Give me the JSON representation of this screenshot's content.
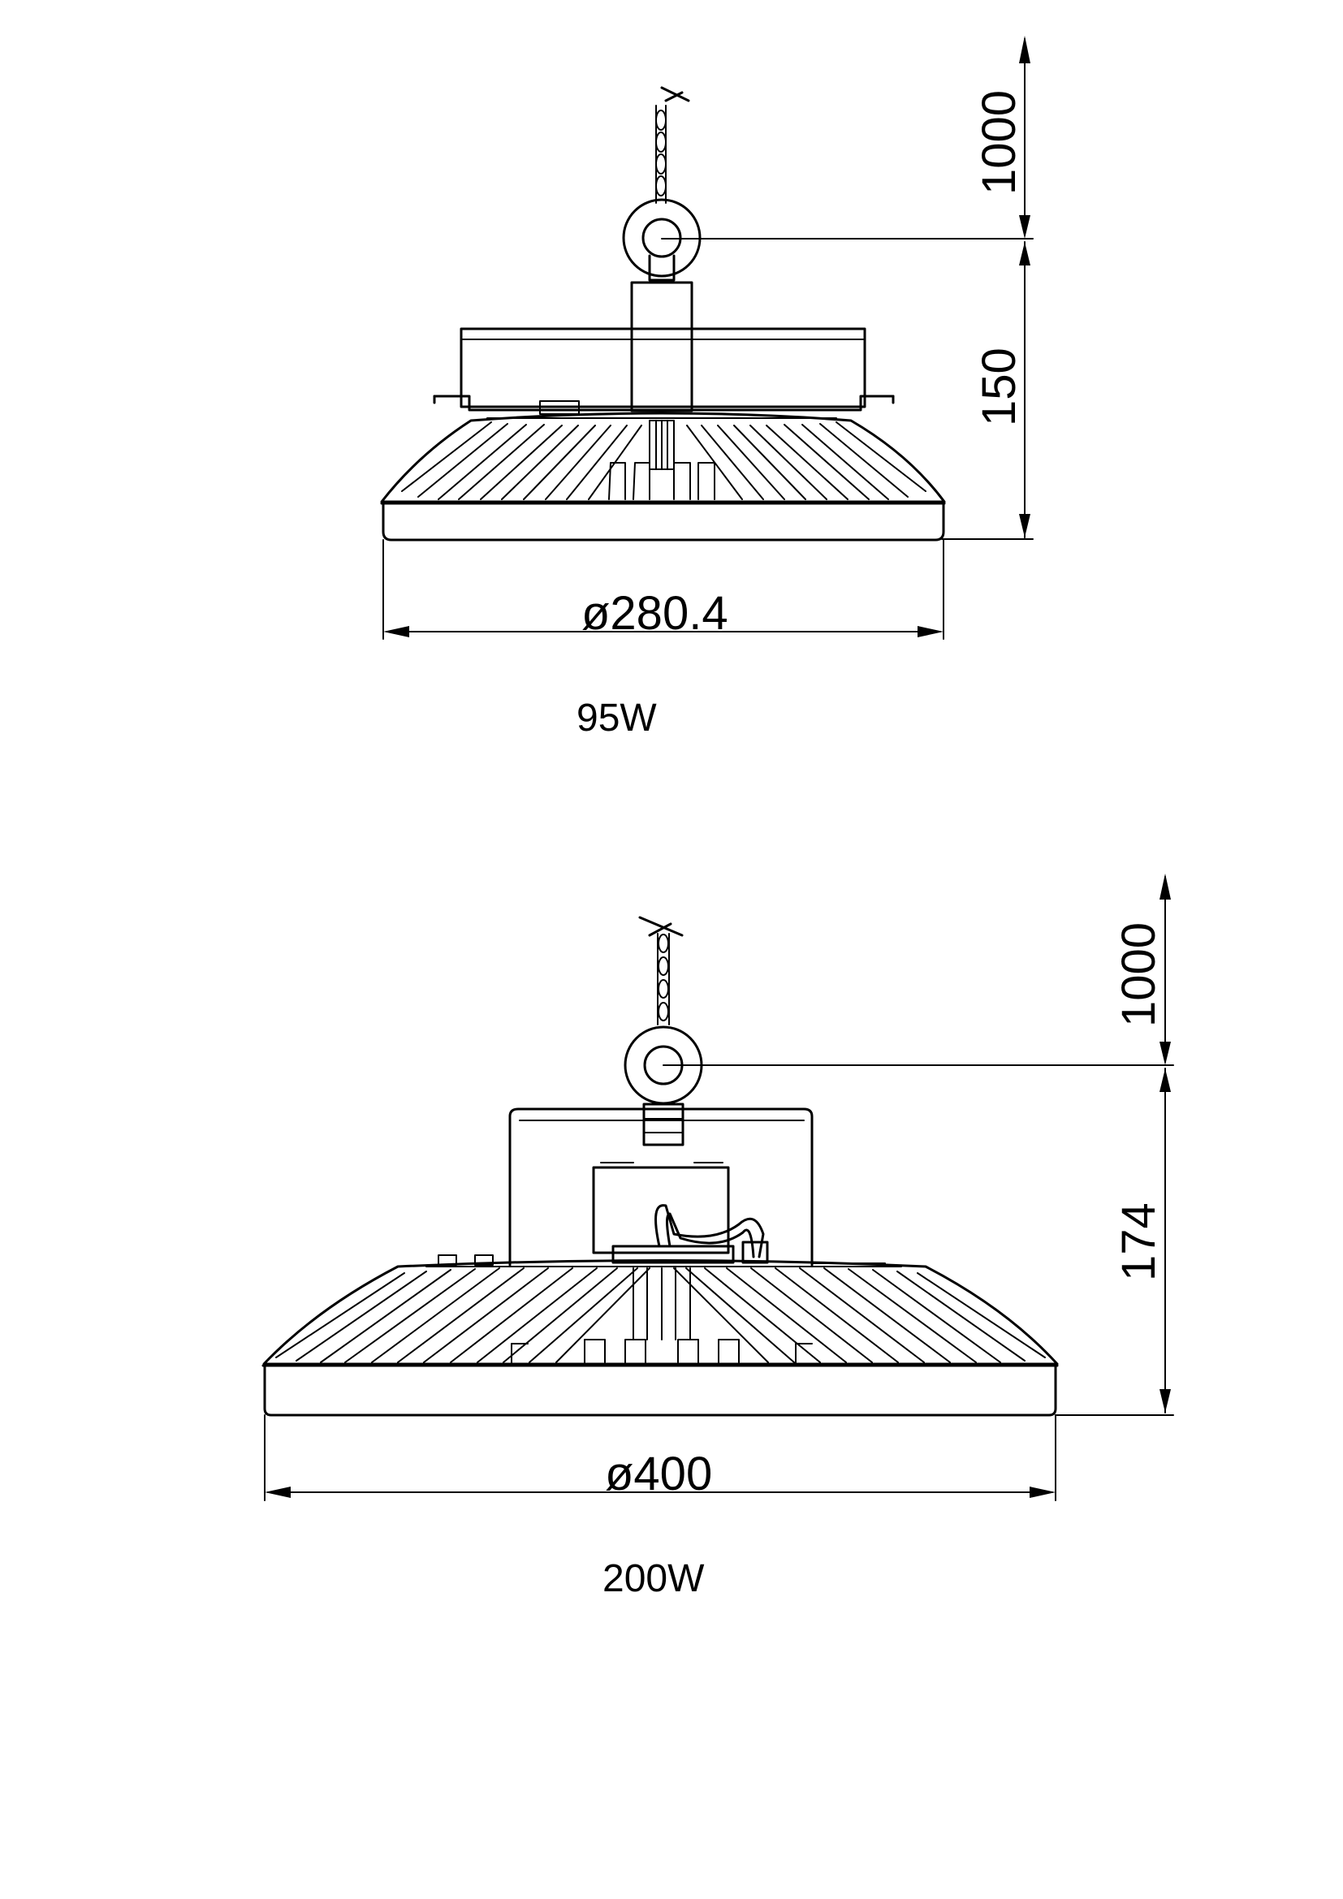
{
  "drawings": [
    {
      "model_label": "95W",
      "dims": {
        "cable_length": "1000",
        "height": "150",
        "diameter": "ø280.4"
      }
    },
    {
      "model_label": "200W",
      "dims": {
        "cable_length": "1000",
        "height": "174",
        "diameter": "ø400"
      }
    }
  ],
  "colors": {
    "ink": "#000000",
    "paper": "#ffffff"
  }
}
